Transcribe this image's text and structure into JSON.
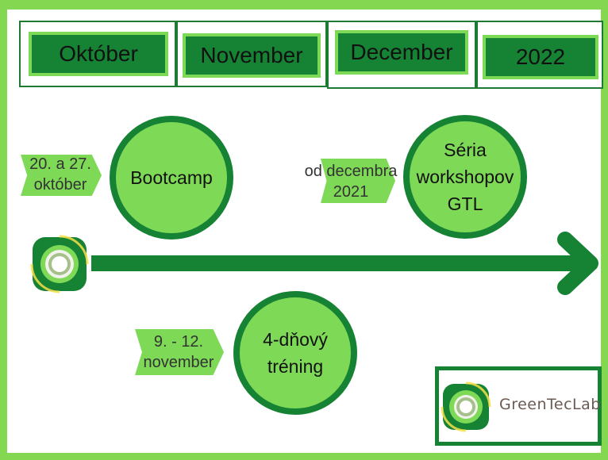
{
  "months": [
    "Október",
    "November",
    "December",
    "2022"
  ],
  "events": [
    {
      "title": "Bootcamp",
      "date_lines": [
        "20. a 27.",
        "október"
      ]
    },
    {
      "title_lines": [
        "Séria",
        "workshopov",
        "GTL"
      ],
      "date_lines": [
        "od decembra",
        "2021"
      ]
    },
    {
      "title_lines": [
        "4-dňový",
        "tréning"
      ],
      "date_lines": [
        "9. - 12.",
        "november"
      ]
    }
  ],
  "logo": {
    "text": "GreenTecLab"
  },
  "colors": {
    "dark_green": "#168234",
    "light_green": "#7ed957",
    "frame": "#84d750",
    "yellow": "#f5e04a",
    "logo_text": "#6b5a52"
  },
  "icons": [
    "start-ring-icon",
    "timeline-arrow-icon",
    "logo-ring-icon"
  ]
}
